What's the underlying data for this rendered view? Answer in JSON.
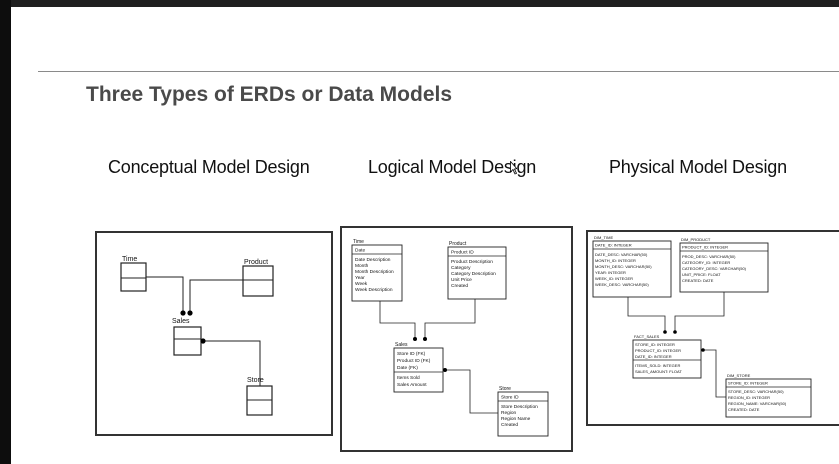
{
  "title": "Three Types of ERDs or Data Models",
  "conceptual": {
    "heading": "Conceptual Model Design",
    "entities": {
      "time": "Time",
      "product": "Product",
      "sales": "Sales",
      "store": "Store"
    }
  },
  "logical": {
    "heading": "Logical Model Design",
    "time": {
      "name": "Time",
      "pk": "Date",
      "attrs": [
        "Date Description",
        "Month",
        "Month Description",
        "Year",
        "Week",
        "Week Description"
      ]
    },
    "product": {
      "name": "Product",
      "pk": "Product ID",
      "attrs": [
        "Product Description",
        "Category",
        "Category Description",
        "Unit Price",
        "Created"
      ]
    },
    "sales": {
      "name": "Sales",
      "keys": [
        "Store ID (FK)",
        "Product ID (FK)",
        "Date (FK)"
      ],
      "attrs": [
        "Items Sold",
        "Sales Amount"
      ]
    },
    "store": {
      "name": "Store",
      "pk": "Store ID",
      "attrs": [
        "Store Description",
        "Region",
        "Region Name",
        "Created"
      ]
    }
  },
  "physical": {
    "heading": "Physical Model Design",
    "dim_time": {
      "name": "DIM_TIME",
      "pk": "DATE_ID: INTEGER",
      "attrs": [
        "DATE_DESC: VARCHAR(50)",
        "MONTH_ID: INTEGER",
        "MONTH_DESC: VARCHAR(50)",
        "YEAR: INTEGER",
        "WEEK_ID: INTEGER",
        "WEEK_DESC: VARCHAR(50)"
      ]
    },
    "dim_product": {
      "name": "DIM_PRODUCT",
      "pk": "PRODUCT_ID: INTEGER",
      "attrs": [
        "PROD_DESC: VARCHAR(50)",
        "CATEGORY_ID: INTEGER",
        "CATEGORY_DESC: VARCHAR(50)",
        "UNIT_PRICE: FLOAT",
        "CREATED: DATE"
      ]
    },
    "fact_sales": {
      "name": "FACT_SALES",
      "keys": [
        "STORE_ID: INTEGER",
        "PRODUCT_ID: INTEGER",
        "DATE_ID: INTEGER"
      ],
      "attrs": [
        "ITEMS_SOLD: INTEGER",
        "SALES_AMOUNT: FLOAT"
      ]
    },
    "dim_store": {
      "name": "DIM_STORE",
      "pk": "STORE_ID: INTEGER",
      "attrs": [
        "STORE_DESC: VARCHAR(50)",
        "REGION_ID: INTEGER",
        "REGION_NAME: VARCHAR(50)",
        "CREATED: DATE"
      ]
    }
  }
}
